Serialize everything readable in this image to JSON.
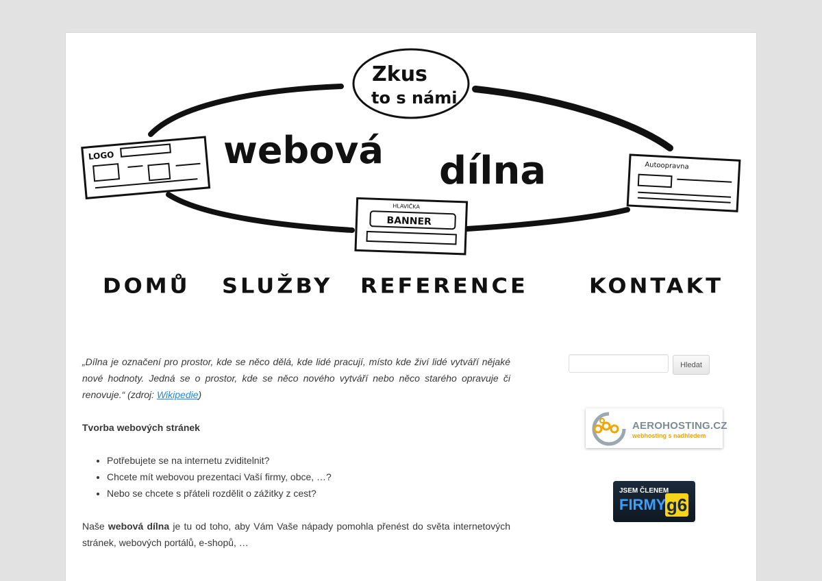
{
  "header": {
    "bubble_line1": "Zkus",
    "bubble_line2": "to s námi",
    "title_word1": "webová",
    "title_word2": "dílna",
    "sketch_logo": "LOGO",
    "sketch_banner": "BANNER",
    "sketch_banner_top": "HLAVIČKA",
    "sketch_right": "Autoopravna"
  },
  "nav": {
    "items": [
      {
        "label": "DOMŮ"
      },
      {
        "label": "SLUŽBY"
      },
      {
        "label": "REFERENCE"
      },
      {
        "label": "KONTAKT"
      }
    ]
  },
  "content": {
    "quote_text": "„Dílna je označení pro prostor, kde se něco dělá, kde lidé pracují, místo kde živí lidé vytváří nějaké nové hodnoty. Jedná se o prostor, kde se něco nového vytváří nebo něco starého opravuje či renovuje.“",
    "quote_source_prefix": " (zdroj: ",
    "quote_link": "Wikipedie",
    "quote_source_suffix": ")",
    "heading": "Tvorba webových stránek",
    "bullets": [
      "Potřebujete se na internetu zviditelnit?",
      "Chcete mít webovou prezentaci Vaší firmy, obce, …?",
      "Nebo se chcete s přáteli rozdělit o zážitky z cest?"
    ],
    "para_start": "Naše ",
    "para_bold": "webová dílna",
    "para_end": " je tu od toho, aby Vám Vaše nápady pomohla přenést do světa internetových stránek, webových portálů, e-shopů, …"
  },
  "sidebar": {
    "search_placeholder": "",
    "search_button": "Hledat",
    "aero_brand": "AEROHOSTING.CZ",
    "aero_tag": "webhosting s nadhledem",
    "g6_line1": "JSEM ČLENEM",
    "g6_line2": "FIRMY",
    "g6_badge": "g6"
  },
  "colors": {
    "background": "#e2e2e2",
    "page": "#ffffff",
    "link": "#1b8be0",
    "text": "#373737"
  }
}
